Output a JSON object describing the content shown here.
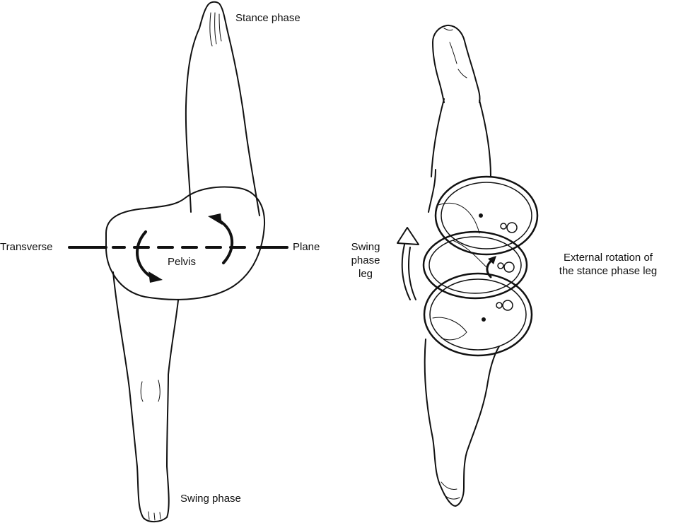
{
  "left_figure": {
    "stance_label": "Stance phase",
    "swing_label": "Swing phase",
    "transverse_label": "Transverse",
    "plane_label": "Plane",
    "pelvis_label": "Pelvis"
  },
  "right_figure": {
    "swing_leg_label": [
      "Swing",
      "phase",
      "leg"
    ],
    "rotation_label": [
      "External rotation of",
      "the stance phase leg"
    ]
  },
  "colors": {
    "ink": "#111111",
    "background": "#ffffff"
  }
}
